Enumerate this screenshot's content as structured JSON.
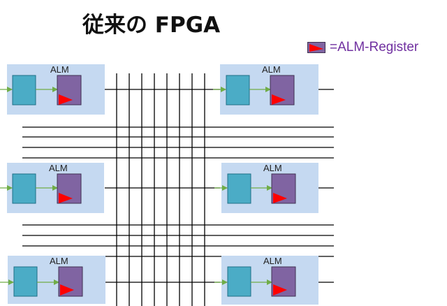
{
  "title": "従来の FPGA",
  "legend": {
    "text": "=ALM-Register",
    "icon": "alm-register-icon"
  },
  "alm_label": "ALM",
  "colors": {
    "alm_block": "#c5d9f1",
    "lut": "#4bacc6",
    "register": "#8064a2",
    "flipflop_marker": "#ff0000",
    "input_arrow": "#70ad47",
    "wire": "#000000",
    "legend_text": "#7030a0",
    "title": "#111111"
  }
}
